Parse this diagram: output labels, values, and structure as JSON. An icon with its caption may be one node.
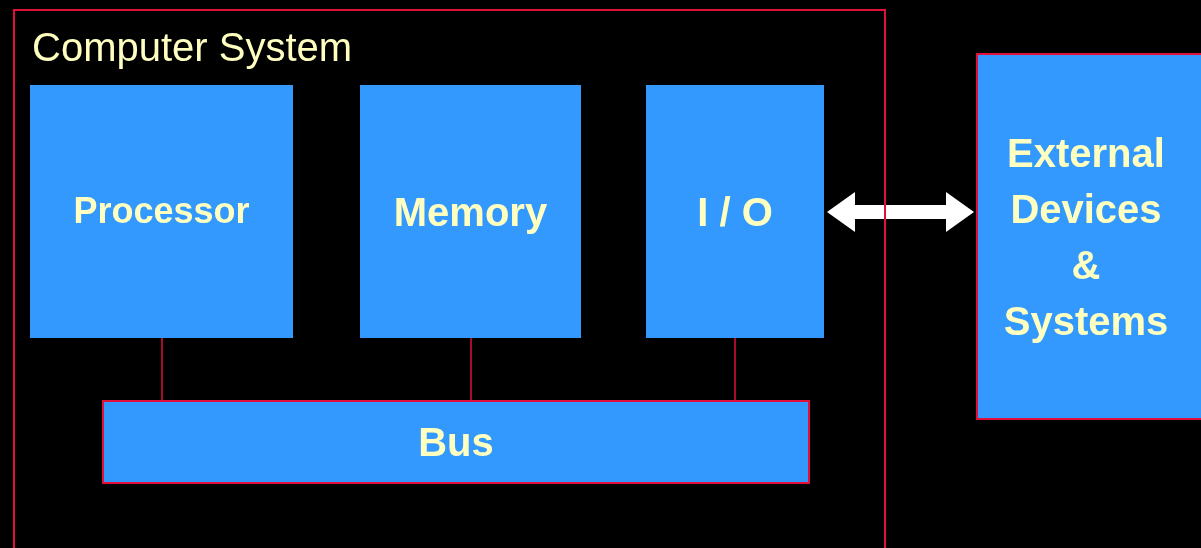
{
  "diagram": {
    "nodes": [
      {
        "text": [
          "Computer System"
        ]
      },
      {
        "text": [
          "Processor"
        ],
        "in": 0
      },
      {
        "text": [
          "Memory"
        ],
        "in": 0
      },
      {
        "text": [
          "I / O"
        ],
        "in": 0
      },
      {
        "text": [
          "Bus"
        ],
        "in": 0
      },
      {
        "text": [
          "External Devices & Systems"
        ]
      }
    ],
    "edges": [
      {
        "from": 1,
        "to": 4,
        "arrow": "none"
      },
      {
        "from": 2,
        "to": 4,
        "arrow": "none"
      },
      {
        "from": 3,
        "to": 4,
        "arrow": "none"
      },
      {
        "from": 3,
        "to": 5,
        "arrow": "both",
        "style": "thick",
        "color": "#ffffff"
      }
    ]
  }
}
